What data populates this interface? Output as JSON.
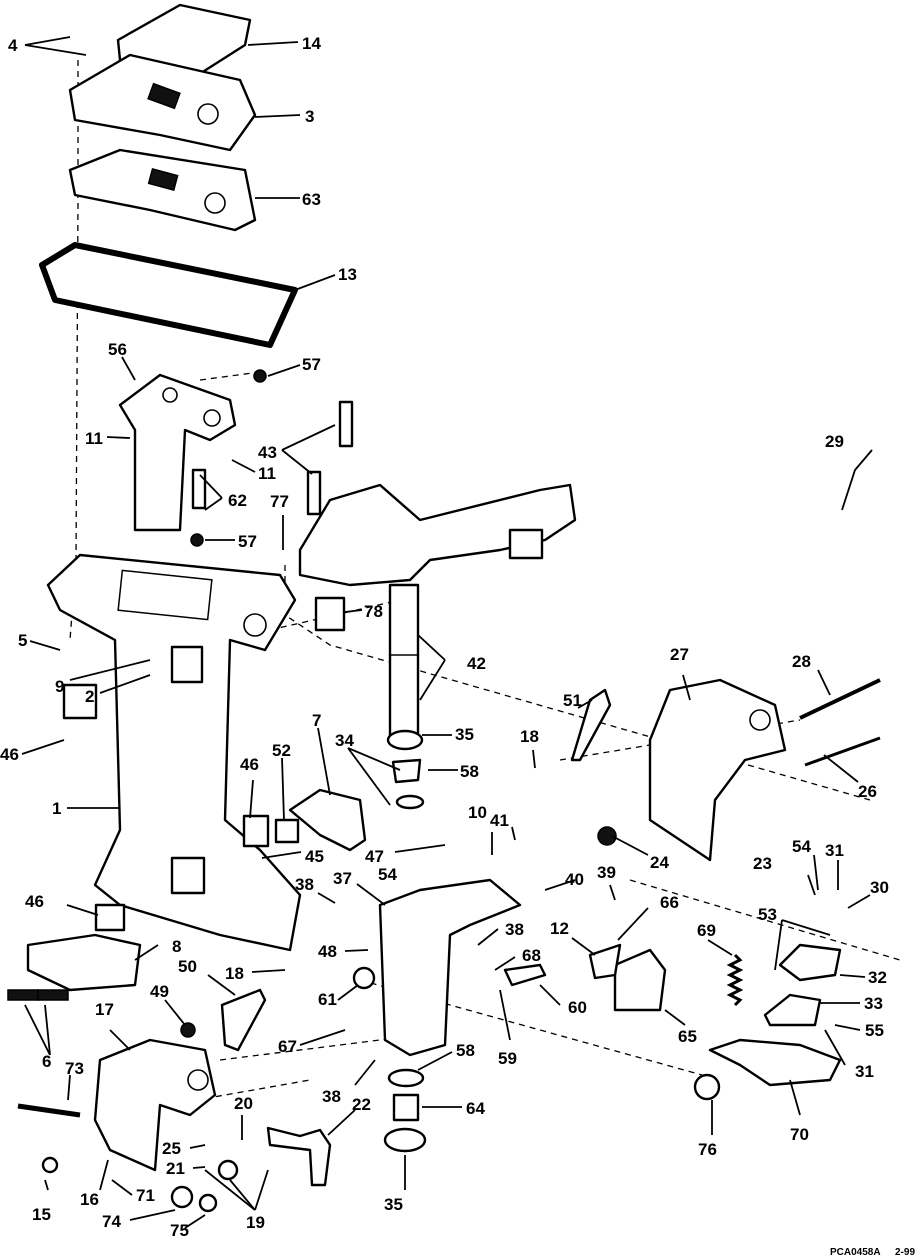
{
  "callouts": {
    "c4": "4",
    "c14": "14",
    "c3": "3",
    "c63": "63",
    "c13": "13",
    "c56": "56",
    "c57a": "57",
    "c11a": "11",
    "c43": "43",
    "c11b": "11",
    "c62": "62",
    "c77": "77",
    "c57b": "57",
    "c78": "78",
    "c5": "5",
    "c42": "42",
    "c9": "9",
    "c2": "2",
    "c27": "27",
    "c28": "28",
    "c46a": "46",
    "c51": "51",
    "c35a": "35",
    "c7": "7",
    "c52": "52",
    "c34": "34",
    "c18a": "18",
    "c1": "1",
    "c46b": "46",
    "c58a": "58",
    "c26": "26",
    "c41": "41",
    "c10": "10",
    "c45": "45",
    "c47": "47",
    "c24": "24",
    "c29": "29",
    "c54a": "54",
    "c54b": "54",
    "c31a": "31",
    "c23": "23",
    "c38a": "38",
    "c37": "37",
    "c40": "40",
    "c39": "39",
    "c30": "30",
    "c46c": "46",
    "c66": "66",
    "c53": "53",
    "c38b": "38",
    "c12": "12",
    "c48": "48",
    "c68": "68",
    "c8": "8",
    "c69": "69",
    "c32": "32",
    "c50": "50",
    "c18b": "18",
    "c61": "61",
    "c60": "60",
    "c33": "33",
    "c49": "49",
    "c65": "65",
    "c55": "55",
    "c6": "6",
    "c17": "17",
    "c59": "59",
    "c31b": "31",
    "c67": "67",
    "c58b": "58",
    "c73": "73",
    "c38c": "38",
    "c20": "20",
    "c22": "22",
    "c64": "64",
    "c25": "25",
    "c76": "76",
    "c70": "70",
    "c21": "21",
    "c15": "15",
    "c16": "16",
    "c71": "71",
    "c35b": "35",
    "c74": "74",
    "c75": "75",
    "c19": "19"
  },
  "footer": {
    "code": "PCA0458A",
    "date": "2-99"
  }
}
